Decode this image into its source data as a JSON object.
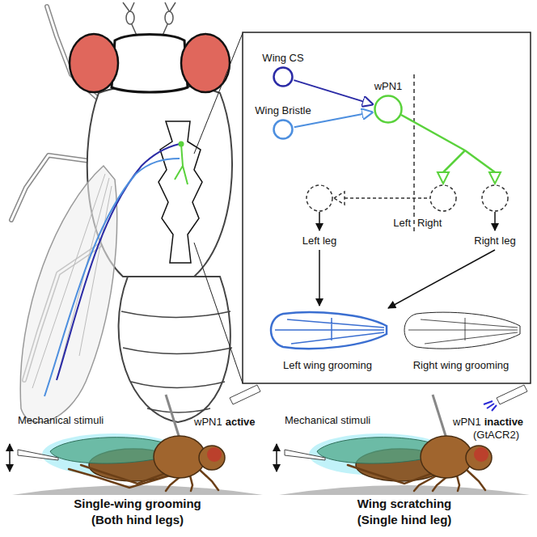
{
  "diagram": {
    "nodes": [
      {
        "text": [
          "Wing CS"
        ]
      },
      {
        "text": [
          "Wing Bristle"
        ]
      },
      {
        "text": [
          "wPN1"
        ]
      }
    ],
    "edges": [
      {
        "from": 0,
        "to": 2,
        "arrow": "to"
      },
      {
        "from": 1,
        "to": 2,
        "arrow": "to"
      }
    ],
    "labels": [
      "Left leg",
      "Right leg",
      "Left",
      "Right",
      "Left wing grooming",
      "Right wing grooming",
      "Mechanical stimuli",
      "wPN1",
      "active",
      "Single-wing grooming",
      "(Both hind legs)",
      "Mechanical stimuli",
      "wPN1",
      "inactive",
      "(GtACR2)",
      "Wing scratching",
      "(Single hind leg)"
    ]
  }
}
